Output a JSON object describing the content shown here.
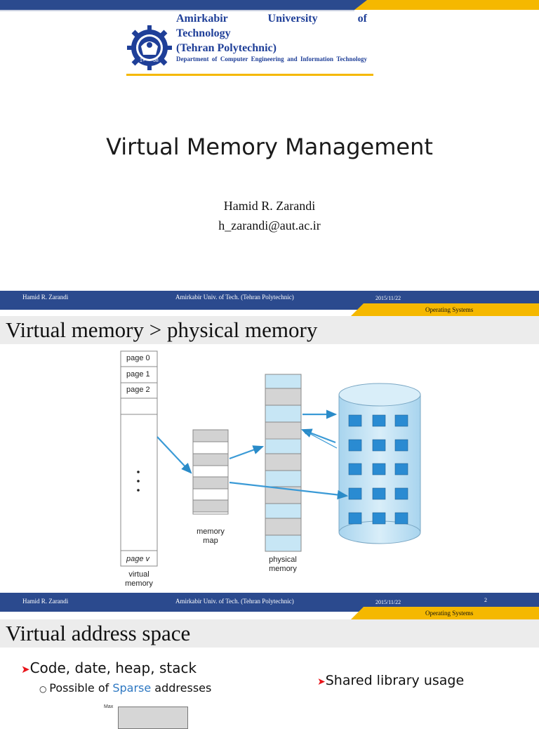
{
  "slide1": {
    "university": {
      "line1": "Amirkabir University of",
      "line2": "Technology",
      "line3": "(Tehran Polytechnic)",
      "department": "Department of Computer Engineering and Information Technology"
    },
    "title": "Virtual Memory Management",
    "author": "Hamid R. Zarandi",
    "email": "h_zarandi@aut.ac.ir"
  },
  "footer": {
    "author": "Hamid R. Zarandi",
    "institution": "Amirkabir Univ. of Tech. (Tehran Polytechnic)",
    "date": "2015/11/22",
    "course": "Operating Systems",
    "page_number": "2"
  },
  "slide2": {
    "title": "Virtual memory > physical memory",
    "virtual_memory": {
      "pages": [
        "page 0",
        "page 1",
        "page 2"
      ],
      "last_page": "page v",
      "label_line1": "virtual",
      "label_line2": "memory"
    },
    "memory_map": {
      "label_line1": "memory",
      "label_line2": "map"
    },
    "physical_memory": {
      "label_line1": "physical",
      "label_line2": "memory"
    }
  },
  "slide3": {
    "title": "Virtual address space",
    "bullet1": "Code, date, heap, stack",
    "sub_bullet_prefix": "Possible of ",
    "sub_bullet_highlight": "Sparse",
    "sub_bullet_suffix": " addresses",
    "bullet2": "Shared library usage",
    "max_label": "Max"
  },
  "colors": {
    "navy": "#2b4a8e",
    "gold": "#f5b800",
    "highlight": "#2e78c2",
    "arrow_red": "#e8141a"
  }
}
